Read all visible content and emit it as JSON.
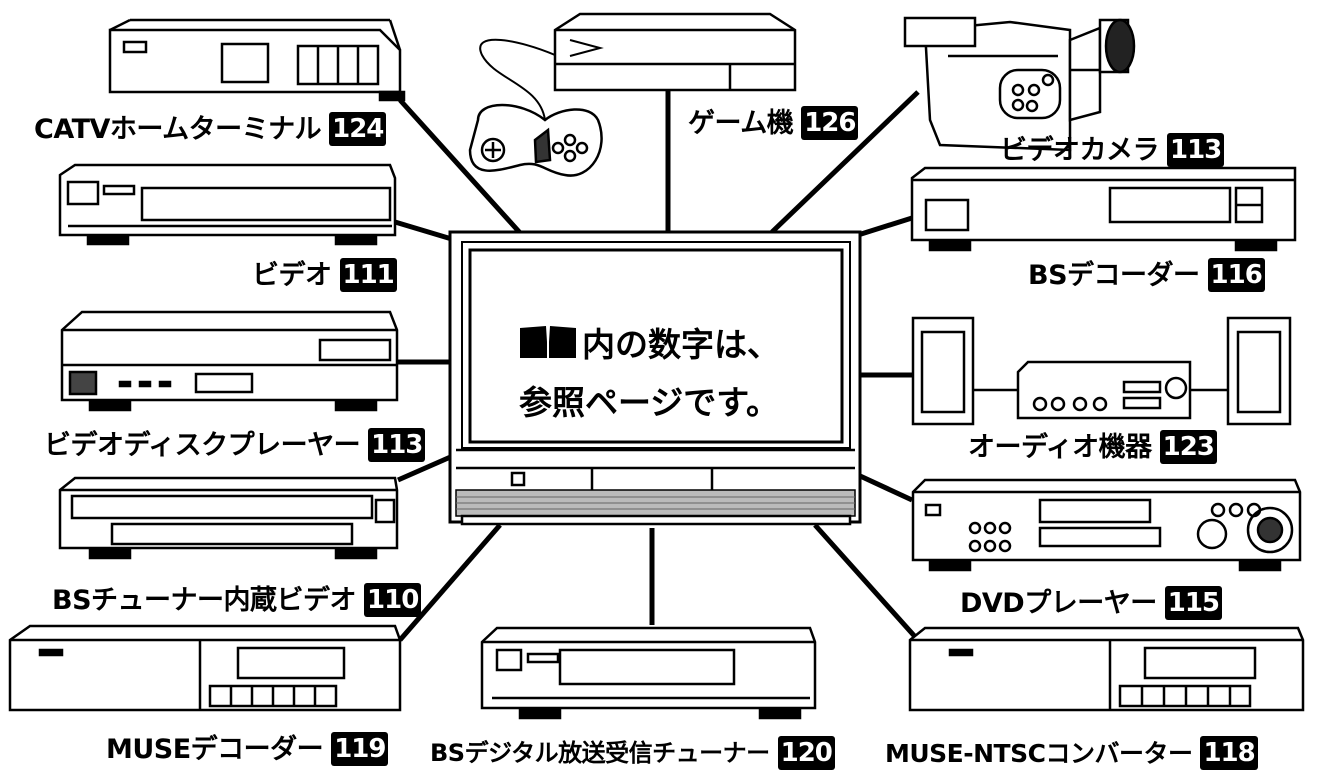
{
  "center_note": {
    "line1": "内の数字は、",
    "line2": "参照ページです。"
  },
  "devices": [
    {
      "id": "catv",
      "name": "CATVホームターミナル",
      "page": "124"
    },
    {
      "id": "game",
      "name": "ゲーム機",
      "page": "126"
    },
    {
      "id": "videocamera",
      "name": "ビデオカメラ",
      "page": "113"
    },
    {
      "id": "video",
      "name": "ビデオ",
      "page": "111"
    },
    {
      "id": "bsdecoder",
      "name": "BSデコーダー",
      "page": "116"
    },
    {
      "id": "videodisc",
      "name": "ビデオディスクプレーヤー",
      "page": "113"
    },
    {
      "id": "audio",
      "name": "オーディオ機器",
      "page": "123"
    },
    {
      "id": "bstunervideo",
      "name": "BSチューナー内蔵ビデオ",
      "page": "110"
    },
    {
      "id": "dvd",
      "name": "DVDプレーヤー",
      "page": "115"
    },
    {
      "id": "musedecoder",
      "name": "MUSEデコーダー",
      "page": "119"
    },
    {
      "id": "bsdigital",
      "name": "BSデジタル放送受信チューナー",
      "page": "120"
    },
    {
      "id": "musentsc",
      "name": "MUSE-NTSCコンバーター",
      "page": "118"
    }
  ]
}
